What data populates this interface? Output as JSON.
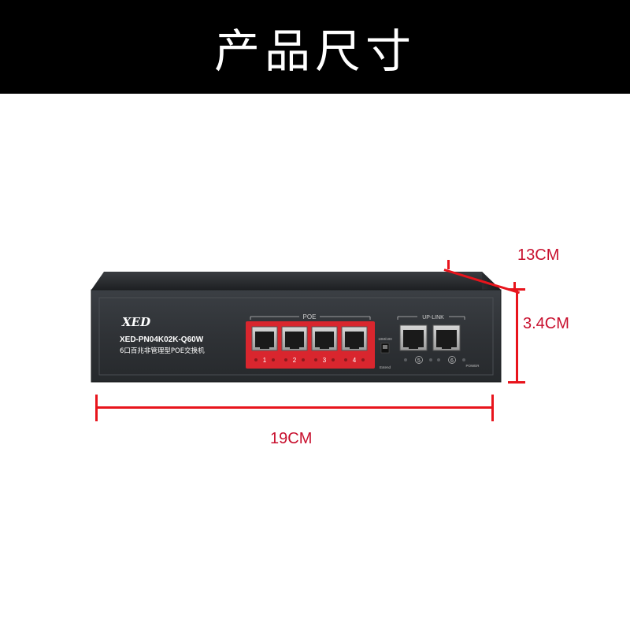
{
  "header": {
    "title": "产品尺寸"
  },
  "product": {
    "brand_logo": "XED",
    "model": "XED-PN04K02K-Q60W",
    "description": "6口百兆非管理型POE交换机",
    "poe_group_label": "POE",
    "uplink_group_label": "UP-LINK",
    "switch_label_top": "10M/100",
    "switch_label_bottom": "Extend",
    "power_label": "POWER",
    "port_numbers": [
      "1",
      "2",
      "3",
      "4",
      "5",
      "6"
    ]
  },
  "dimensions": {
    "depth": "13CM",
    "height": "3.4CM",
    "width": "19CM"
  },
  "colors": {
    "header_bg": "#000000",
    "dimension_line": "#e8141c",
    "dimension_text": "#c8102e",
    "poe_panel": "#d9262e",
    "chassis": "#2c2f33"
  }
}
